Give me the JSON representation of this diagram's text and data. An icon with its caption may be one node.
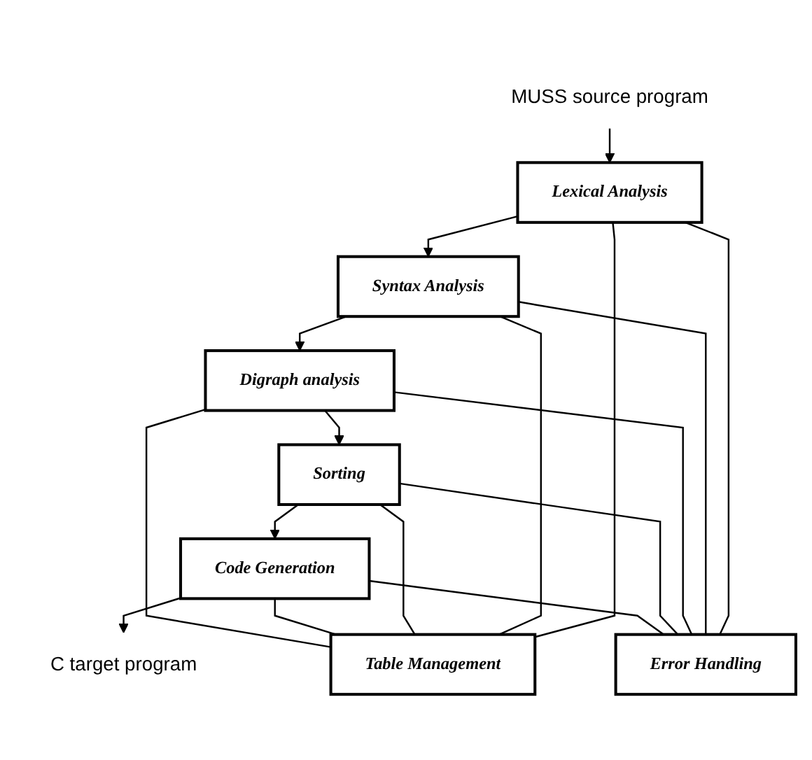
{
  "diagram": {
    "nodes": [
      {
        "text": [
          "MUSS source program"
        ]
      },
      {
        "text": [
          "Lexical Analysis"
        ]
      },
      {
        "text": [
          "Syntax Analysis"
        ]
      },
      {
        "text": [
          "Table Management"
        ]
      },
      {
        "text": [
          "Digraph analysis"
        ]
      },
      {
        "text": [
          "Error Handling"
        ]
      },
      {
        "text": [
          "Sorting"
        ]
      },
      {
        "text": [
          "Code Generation"
        ]
      },
      {
        "text": [
          "C target program"
        ]
      }
    ],
    "edges": [
      {
        "from": 0,
        "to": 1,
        "arrow": "to"
      },
      {
        "from": 1,
        "to": 2,
        "arrow": "to"
      },
      {
        "from": 2,
        "to": 4,
        "arrow": "to"
      },
      {
        "from": 4,
        "to": 6,
        "arrow": "to"
      },
      {
        "from": 6,
        "to": 7,
        "arrow": "to"
      },
      {
        "from": 7,
        "to": 8,
        "arrow": "to"
      },
      {
        "from": 1,
        "to": 3,
        "arrow": "none"
      },
      {
        "from": 2,
        "to": 3,
        "arrow": "none"
      },
      {
        "from": 3,
        "to": 4,
        "arrow": "none"
      },
      {
        "from": 6,
        "to": 3,
        "arrow": "none"
      },
      {
        "from": 7,
        "to": 3,
        "arrow": "none"
      },
      {
        "from": 1,
        "to": 5,
        "arrow": "none"
      },
      {
        "from": 2,
        "to": 5,
        "arrow": "none"
      },
      {
        "from": 4,
        "to": 5,
        "arrow": "none"
      },
      {
        "from": 6,
        "to": 5,
        "arrow": "none"
      },
      {
        "from": 7,
        "to": 5,
        "arrow": "none"
      }
    ]
  }
}
